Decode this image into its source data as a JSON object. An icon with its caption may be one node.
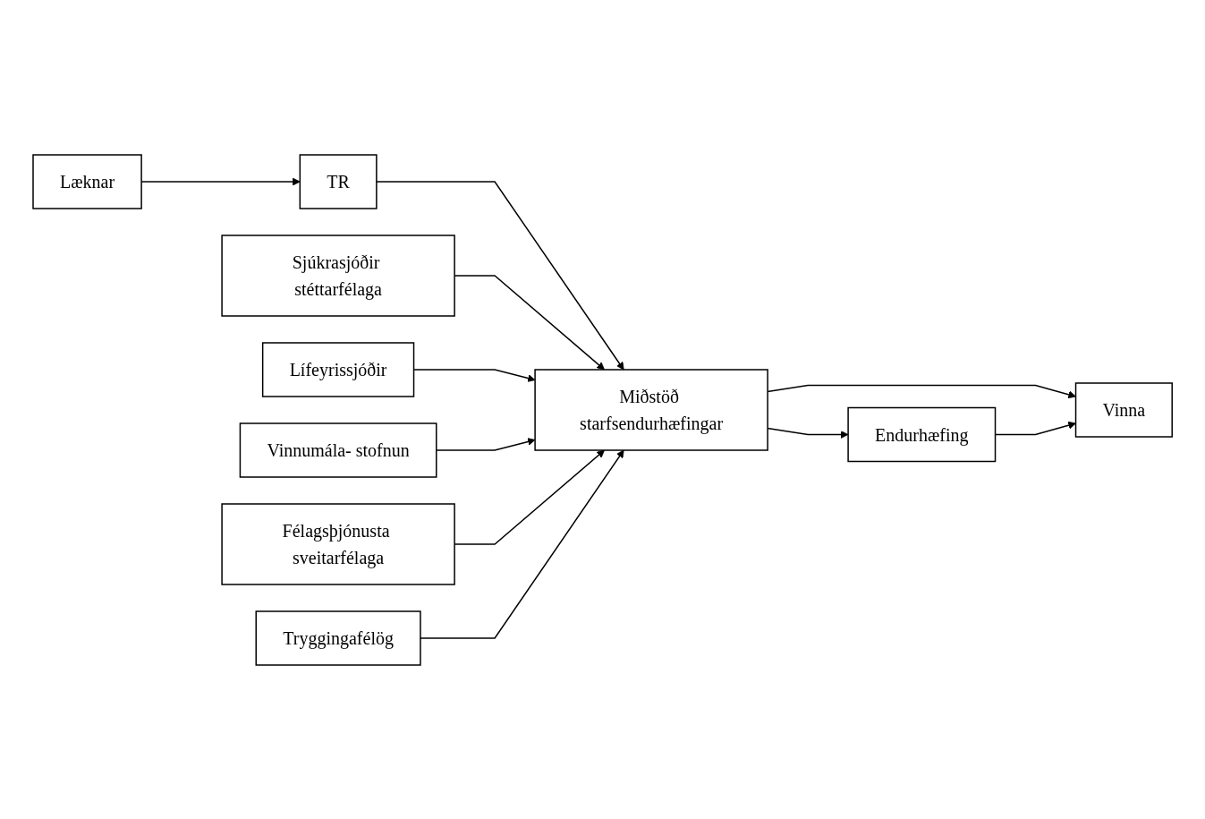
{
  "diagram": {
    "nodes": [
      {
        "text": [
          "Læknar"
        ]
      },
      {
        "text": [
          "TR"
        ]
      },
      {
        "text": [
          "Sjúkrasjóðir stéttarfélaga"
        ]
      },
      {
        "text": [
          "Lífeyrissjóðir"
        ]
      },
      {
        "text": [
          "Vinnumála- stofnun"
        ]
      },
      {
        "text": [
          "Félagsþjónusta sveitarfélaga"
        ]
      },
      {
        "text": [
          "Tryggingafélög"
        ]
      },
      {
        "text": [
          "Miðstöð starfsendurhæfingar"
        ]
      },
      {
        "text": [
          "Endurhæfing"
        ]
      },
      {
        "text": [
          "Vinna"
        ]
      }
    ],
    "edges": [
      {
        "from": 0,
        "to": 1,
        "arrow": "to"
      },
      {
        "from": 1,
        "to": 7,
        "arrow": "to"
      },
      {
        "from": 2,
        "to": 7,
        "arrow": "to"
      },
      {
        "from": 3,
        "to": 7,
        "arrow": "to"
      },
      {
        "from": 4,
        "to": 7,
        "arrow": "to"
      },
      {
        "from": 5,
        "to": 7,
        "arrow": "to"
      },
      {
        "from": 6,
        "to": 7,
        "arrow": "to"
      },
      {
        "from": 7,
        "to": 8,
        "arrow": "to"
      },
      {
        "from": 7,
        "to": 9,
        "arrow": "to"
      },
      {
        "from": 8,
        "to": 9,
        "arrow": "to"
      }
    ]
  }
}
